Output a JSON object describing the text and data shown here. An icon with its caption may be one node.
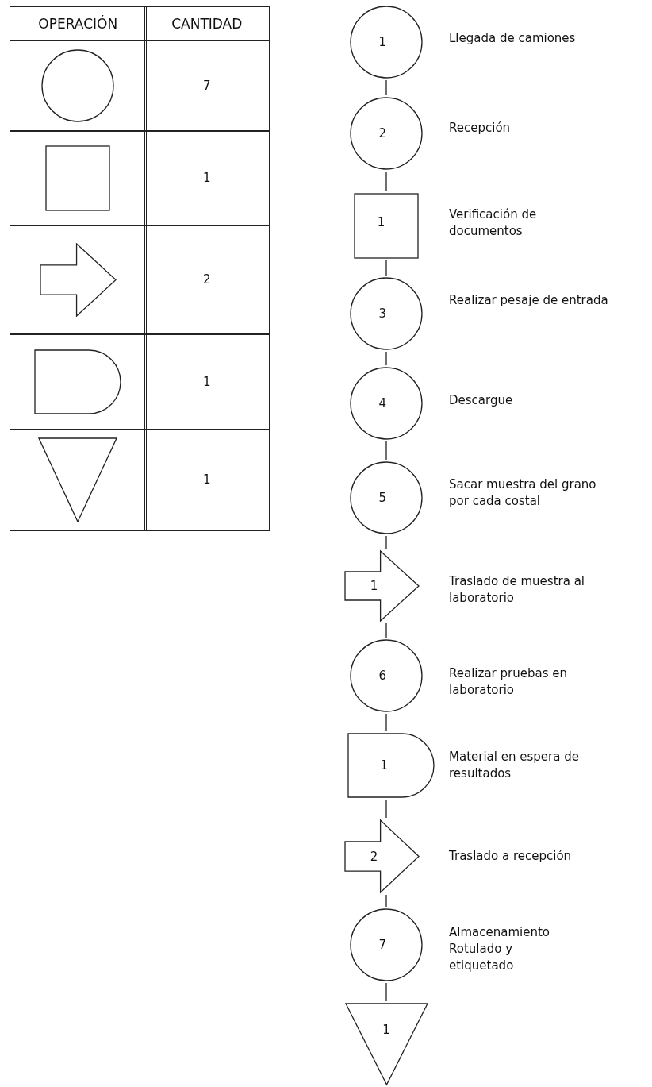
{
  "diagram": {
    "nodes": [
      {
        "text": [
          "1"
        ],
        "beside": [
          "Llegada de camiones"
        ]
      },
      {
        "text": [
          "2"
        ],
        "beside": [
          "Recepción"
        ]
      },
      {
        "text": [
          "1"
        ],
        "beside": [
          "Verificación de documentos"
        ]
      },
      {
        "text": [
          "3"
        ],
        "beside": [
          "Realizar pesaje de entrada"
        ]
      },
      {
        "text": [
          "4"
        ],
        "beside": [
          "Descargue"
        ]
      },
      {
        "text": [
          "5"
        ],
        "beside": [
          "Sacar muestra del grano por cada costal"
        ]
      },
      {
        "text": [
          "1"
        ],
        "beside": [
          "Traslado de muestra al laboratorio"
        ]
      },
      {
        "text": [
          "6"
        ],
        "beside": [
          "Realizar pruebas en laboratorio"
        ]
      },
      {
        "text": [
          "1"
        ],
        "beside": [
          "Material en espera de resultados"
        ]
      },
      {
        "text": [
          "2"
        ],
        "beside": [
          "Traslado a recepción"
        ]
      },
      {
        "text": [
          "7"
        ],
        "beside": [
          "Almacenamiento Rotulado y etiquetado"
        ]
      },
      {
        "text": [
          "1"
        ]
      }
    ],
    "edges": [
      {
        "from": 0,
        "to": 1,
        "arrow": "none"
      },
      {
        "from": 1,
        "to": 2,
        "arrow": "none"
      },
      {
        "from": 2,
        "to": 3,
        "arrow": "none"
      },
      {
        "from": 3,
        "to": 4,
        "arrow": "none"
      },
      {
        "from": 4,
        "to": 5,
        "arrow": "none"
      },
      {
        "from": 5,
        "to": 6,
        "arrow": "none"
      },
      {
        "from": 6,
        "to": 7,
        "arrow": "none"
      },
      {
        "from": 7,
        "to": 8,
        "arrow": "none"
      },
      {
        "from": 8,
        "to": 9,
        "arrow": "none"
      },
      {
        "from": 9,
        "to": 10,
        "arrow": "none"
      },
      {
        "from": 10,
        "to": 11,
        "arrow": "none"
      }
    ],
    "labels": [
      "OPERACIÓN",
      "CANTIDAD",
      "7",
      "1",
      "2",
      "1",
      "1"
    ]
  }
}
